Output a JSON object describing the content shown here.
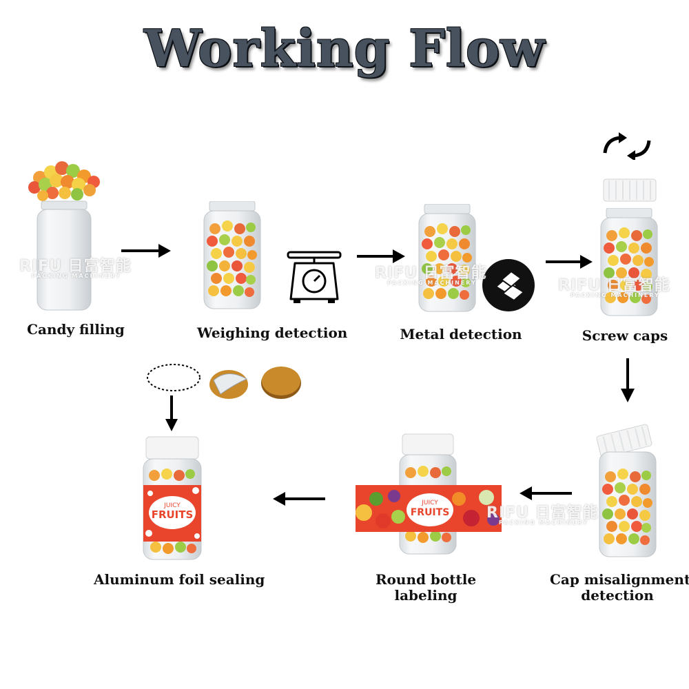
{
  "title": "Working Flow",
  "steps": [
    {
      "label": "Candy filling"
    },
    {
      "label": "Weighing detection"
    },
    {
      "label": "Metal detection"
    },
    {
      "label": "Screw caps"
    },
    {
      "label": "Cap misalignment",
      "label2": "detection"
    },
    {
      "label": "Round bottle",
      "label2": "labeling"
    },
    {
      "label": "Aluminum foil sealing"
    }
  ],
  "watermark": {
    "brand": "RIFU 日富智能",
    "tagline": "PACKING MACHINERY"
  },
  "product_label": {
    "small": "JUICY",
    "big": "FRUITS"
  },
  "colors": {
    "label_red": "#e8452c",
    "candy_orange": "#f28c28",
    "cap_white": "#f4f4f4",
    "foil_gold": "#c98a2b"
  }
}
